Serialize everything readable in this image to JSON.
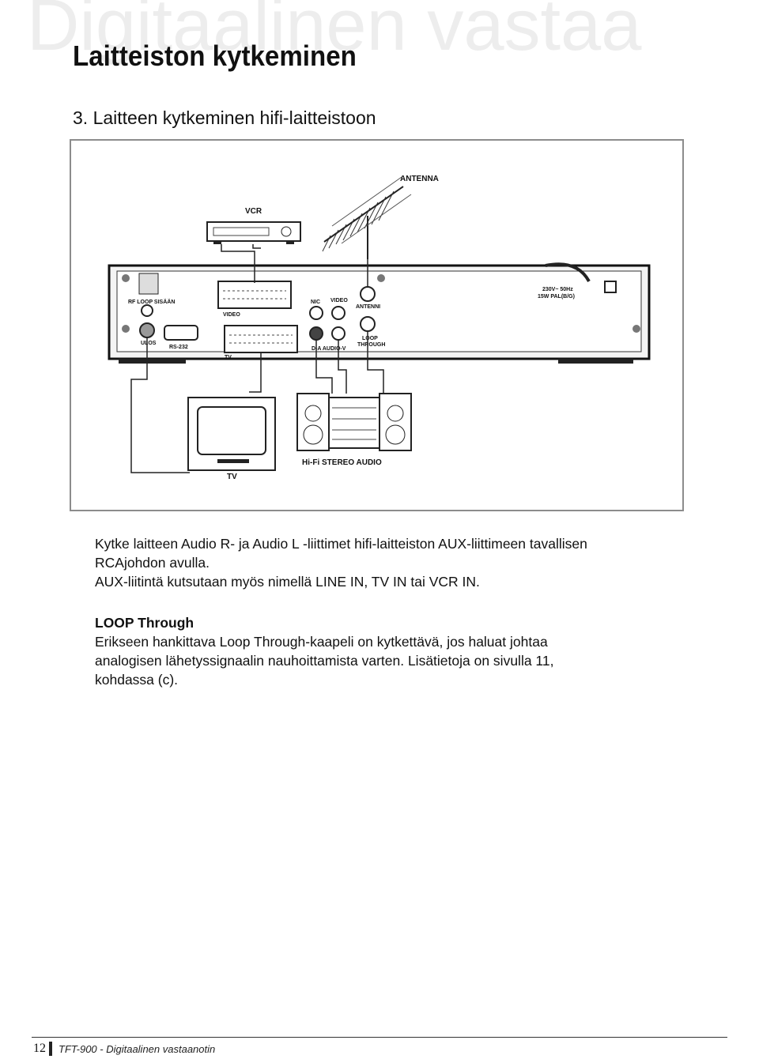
{
  "watermark": "Digitaalinen vastaa",
  "page_title": "Laitteiston kytkeminen",
  "section_heading": "3. Laitteen kytkeminen hifi-laitteistoon",
  "figure": {
    "labels": {
      "antenna": "ANTENNA",
      "vcr": "VCR",
      "tv": "TV",
      "hifi": "Hi-Fi STEREO AUDIO",
      "rf_loop": "RF LOOP SISÄÄN",
      "ulos": "ULOS",
      "rs232": "RS-232",
      "video_scart": "VIDEO",
      "tv_scart": "TV",
      "nic": "NIC",
      "video_rca": "VIDEO",
      "antenni": "ANTENNI",
      "loop_through_1": "LOOP",
      "loop_through_2": "THROUGH",
      "d_audio": "D-A AUDIO-V",
      "power_1": "230V~ 50Hz",
      "power_2": "15W PAL(B/G)"
    }
  },
  "body": {
    "line1": "Kytke laitteen Audio R- ja Audio L -liittimet hifi-laitteiston AUX-liittimeen tavallisen",
    "line2": "RCAjohdon avulla.",
    "line3": "AUX-liitintä kutsutaan myös nimellä LINE IN, TV IN tai VCR IN."
  },
  "loop_through": {
    "heading": "LOOP Through",
    "line1": "Erikseen hankittava Loop Through-kaapeli on kytkettävä, jos haluat johtaa",
    "line2": "analogisen lähetyssignaalin nauhoittamista varten. Lisätietoja on sivulla 11,",
    "line3": "kohdassa (c)."
  },
  "footer": {
    "page_number": "12",
    "text": "TFT-900 - Digitaalinen vastaanotin"
  }
}
